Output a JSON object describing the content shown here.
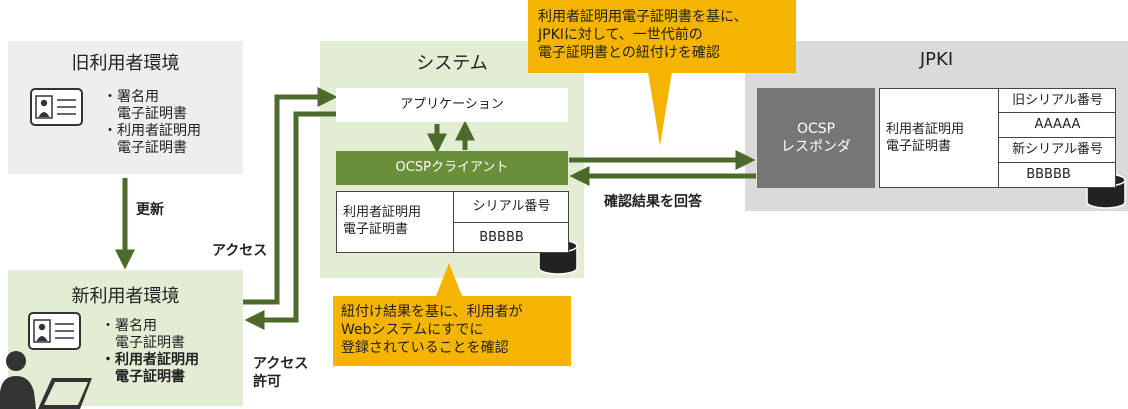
{
  "old_env": {
    "title": "旧利用者環境",
    "items": [
      "署名用",
      "電子証明書",
      "利用者証明用",
      "電子証明書"
    ]
  },
  "new_env": {
    "title": "新利用者環境",
    "items": [
      "署名用",
      "電子証明書",
      "利用者証明用",
      "電子証明書"
    ]
  },
  "system": {
    "title": "システム",
    "app_label": "アプリケーション",
    "ocsp_client_label": "OCSPクライアント",
    "cert_label_1": "利用者証明用",
    "cert_label_2": "電子証明書",
    "serial_header": "シリアル番号",
    "serial_value": "BBBBB"
  },
  "jpki": {
    "title": "JPKI",
    "responder_1": "OCSP",
    "responder_2": "レスポンダ",
    "cert_label_1": "利用者証明用",
    "cert_label_2": "電子証明書",
    "old_serial_header": "旧シリアル番号",
    "old_serial_value": "AAAAA",
    "new_serial_header": "新シリアル番号",
    "new_serial_value": "BBBBB"
  },
  "labels": {
    "update": "更新",
    "access": "アクセス",
    "access_permit_1": "アクセス",
    "access_permit_2": "許可",
    "confirm_reply": "確認結果を回答"
  },
  "callout_top": {
    "line1": "利用者証明用電子証明書を基に、",
    "line2": "JPKIに対して、一世代前の",
    "line3": "電子証明書との紐付けを確認"
  },
  "callout_bottom": {
    "line1": "紐付け結果を基に、利用者が",
    "line2": "Webシステムにすでに",
    "line3": "登録されていることを確認"
  },
  "colors": {
    "arrow_green": "#4c6a2b",
    "ocsp_green": "#6a8f3a",
    "panel_green": "#e2edd3",
    "panel_gray": "#eeeeee",
    "jpki_gray": "#dadada",
    "responder_gray": "#767676",
    "callout_orange": "#f5b400"
  }
}
